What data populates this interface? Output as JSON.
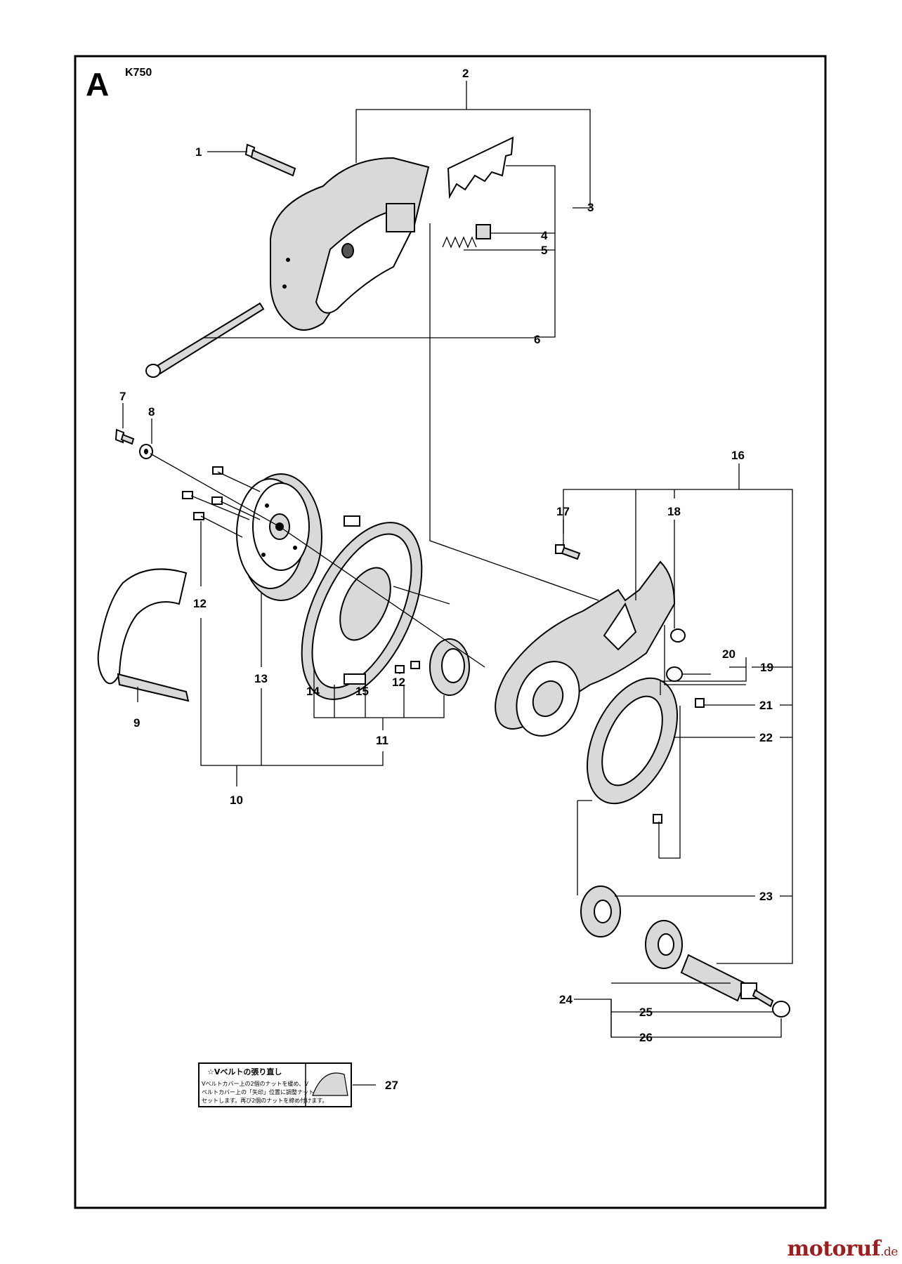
{
  "section_letter": "A",
  "model": "K750",
  "part_labels": [
    "1",
    "2",
    "3",
    "4",
    "5",
    "6",
    "7",
    "8",
    "9",
    "10",
    "11",
    "12",
    "13",
    "14",
    "15",
    "16",
    "17",
    "18",
    "19",
    "20",
    "21",
    "22",
    "23",
    "24",
    "25",
    "26",
    "27"
  ],
  "decal": {
    "title": "☆Vベルトの張り直し",
    "lines": [
      "Vベルトカバー上の2個のナットを緩め、V",
      "ベルトカバー上の「矢印」位置に調整ナットを",
      "セットします。再び2個のナットを締め付けます。"
    ]
  },
  "watermark": {
    "name": "motoruf",
    "tld": ".de"
  }
}
